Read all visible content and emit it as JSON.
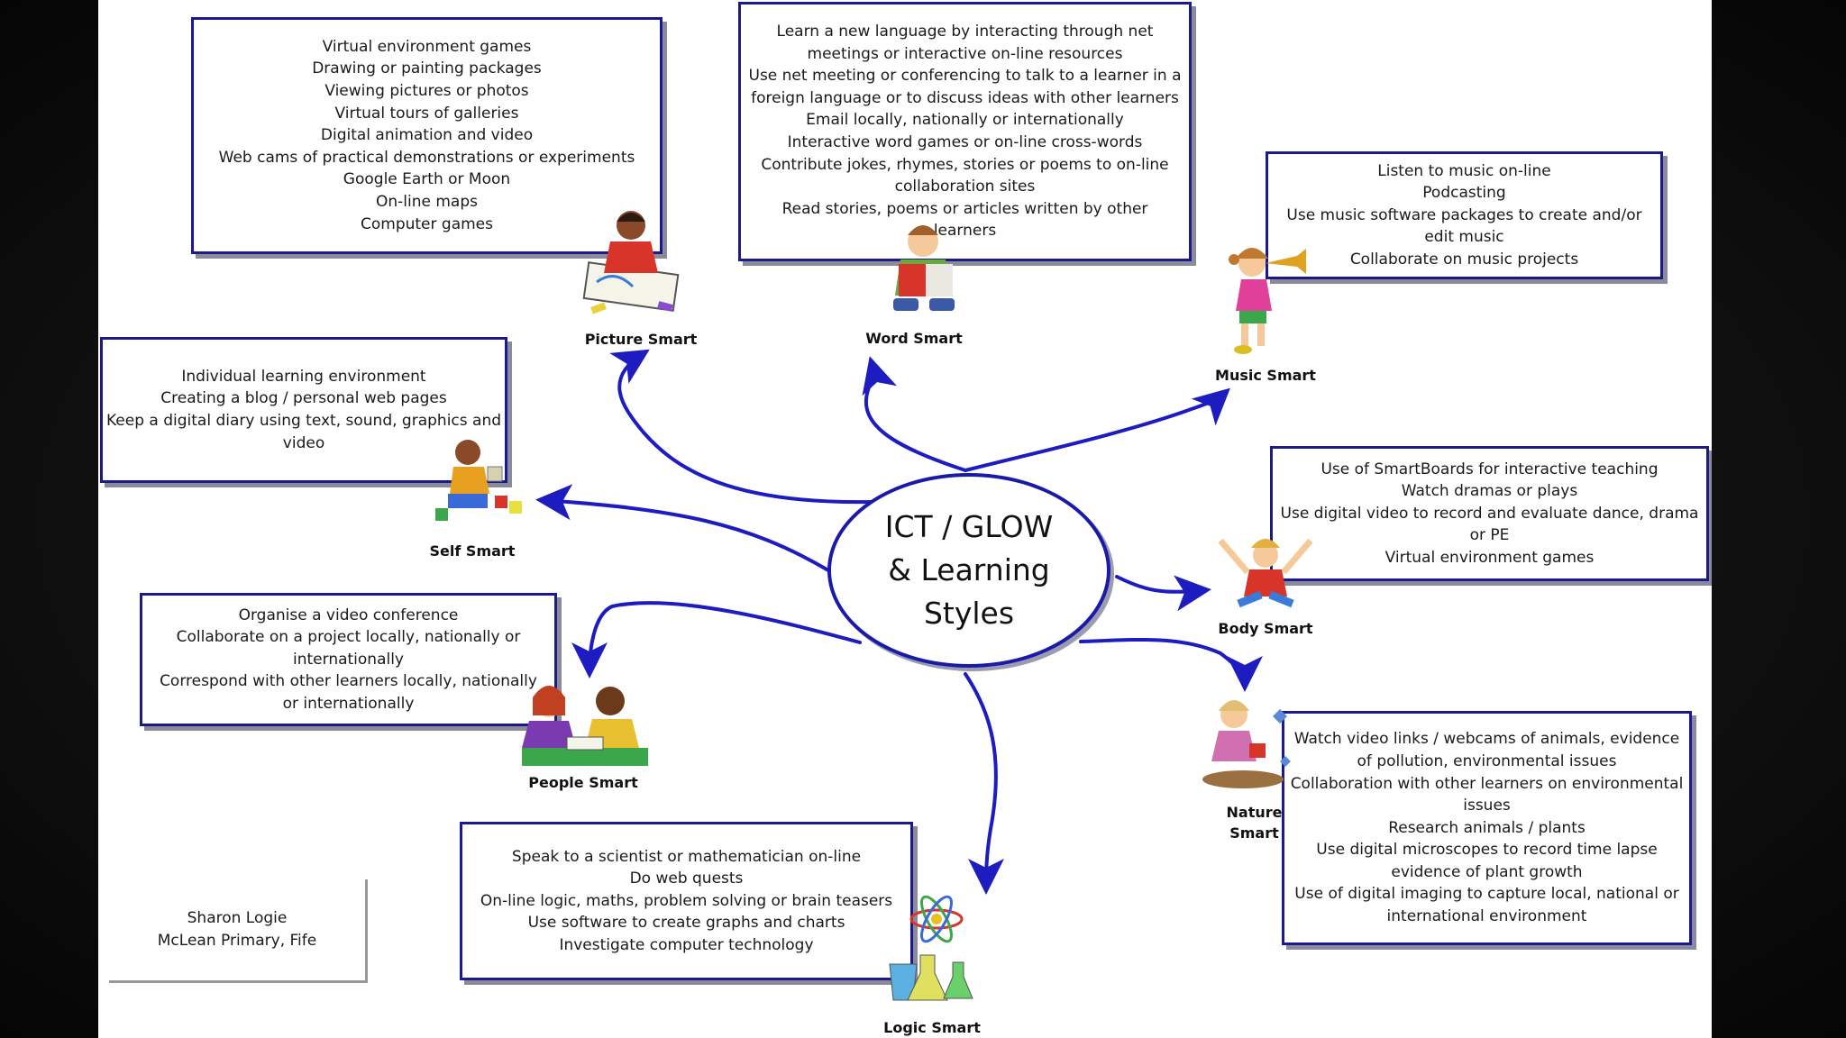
{
  "center": {
    "lines": [
      "ICT / GLOW",
      "& Learning",
      "Styles"
    ]
  },
  "boxes": {
    "picture": {
      "lines": [
        "Virtual environment games",
        "Drawing or painting packages",
        "Viewing pictures or photos",
        "Virtual tours of galleries",
        "Digital animation and video",
        "Web cams of practical demonstrations or experiments",
        "Google Earth or Moon",
        "On-line maps",
        "Computer games"
      ]
    },
    "word": {
      "lines": [
        "Learn a new language by interacting through net",
        "meetings or interactive on-line resources",
        "Use net meeting or conferencing to talk to a learner in a",
        "foreign language or to discuss ideas with other  learners",
        "Email locally, nationally or internationally",
        "Interactive word games or on-line cross-words",
        "Contribute jokes, rhymes, stories or poems to on-line",
        "collaboration sites",
        "Read stories, poems or articles written by other",
        "learners"
      ]
    },
    "music": {
      "lines": [
        "Listen to music on-line",
        "Podcasting",
        "Use music software packages to create and/or",
        "edit music",
        "Collaborate on music projects"
      ]
    },
    "self": {
      "lines": [
        "Individual learning environment",
        "Creating a blog / personal web pages",
        "Keep a digital diary using text, sound, graphics and",
        "video"
      ]
    },
    "body": {
      "lines": [
        "Use of SmartBoards for interactive teaching",
        "Watch dramas or plays",
        "Use digital video to record and evaluate dance, drama",
        "or PE",
        "Virtual environment games"
      ]
    },
    "people": {
      "lines": [
        "Organise a video conference",
        "Collaborate on a project locally, nationally or",
        "internationally",
        "Correspond with other  learners locally, nationally",
        "or internationally"
      ]
    },
    "nature": {
      "lines": [
        "Watch video links / webcams  of animals, evidence",
        "of pollution, environmental issues",
        "Collaboration with other learners on environmental",
        "issues",
        "Research animals / plants",
        "Use digital microscopes to record time lapse",
        "evidence of plant growth",
        "Use of digital imaging to capture local, national or",
        "international environment"
      ]
    },
    "logic": {
      "lines": [
        "Speak to a scientist or mathematician on-line",
        "Do web quests",
        "On-line logic, maths, problem solving or brain teasers",
        "Use software to create graphs and charts",
        "Investigate computer technology"
      ]
    }
  },
  "labels": {
    "picture": "Picture Smart",
    "word": "Word Smart",
    "music": "Music Smart",
    "self": "Self Smart",
    "body": "Body Smart",
    "people": "People Smart",
    "nature": [
      "Nature",
      "Smart"
    ],
    "logic": "Logic Smart"
  },
  "credit": {
    "lines": [
      "Sharon Logie",
      "McLean Primary, Fife"
    ]
  },
  "colors": {
    "border": "#1a1a8c",
    "arrow": "#1c1cc0",
    "shadow": "#8a8a9a"
  },
  "icons": [
    "boy-drawing-icon",
    "boy-reading-icon",
    "girl-trumpet-icon",
    "child-blocks-icon",
    "girl-jumping-icon",
    "children-studying-icon",
    "girl-gardening-icon",
    "lab-flasks-atom-icon"
  ]
}
